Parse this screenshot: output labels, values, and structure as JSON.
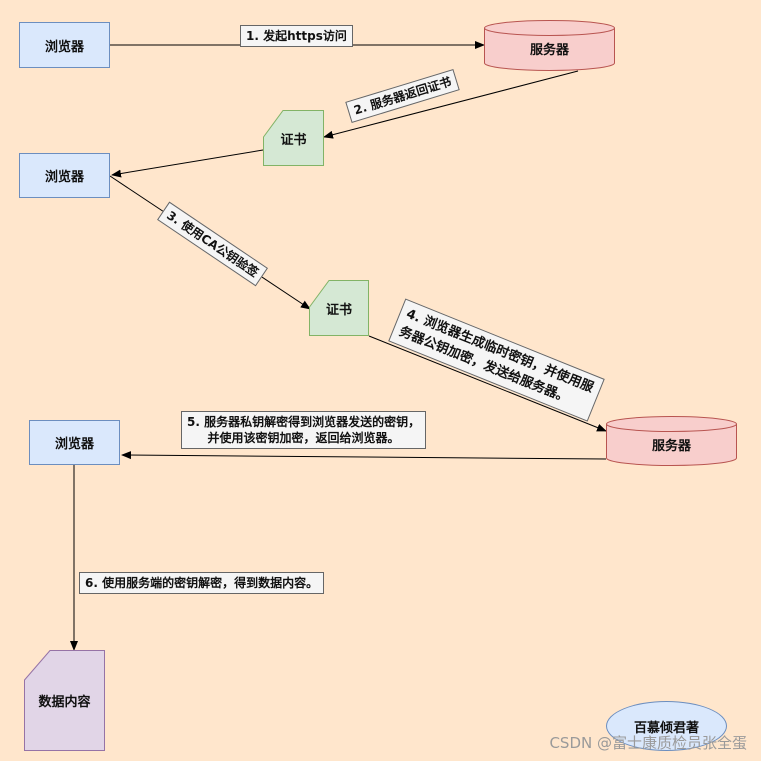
{
  "nodes": {
    "browser_1": "浏览器",
    "browser_2": "浏览器",
    "browser_3": "浏览器",
    "server_1": "服务器",
    "server_2": "服务器",
    "cert_1": "证书",
    "cert_2": "证书",
    "data_content": "数据内容",
    "author_badge": "百慕倾君著"
  },
  "edges": {
    "step_1": "1. 发起https访问",
    "step_2": "2. 服务器返回证书",
    "step_3": "3. 使用CA公钥验签",
    "step_4_line1": "4. 浏览器生成临时密钥，并使用服",
    "step_4_line2": "务器公钥加密，发送给服务器。",
    "step_5_line1": "5. 服务器私钥解密得到浏览器发送的密钥，",
    "step_5_line2": "并使用该密钥加密，返回给浏览器。",
    "step_6": "6. 使用服务端的密钥解密，得到数据内容。"
  },
  "watermark": "CSDN @富士康质检员张全蛋",
  "colors": {
    "background": "#ffe6cc",
    "browser_fill": "#dae8fc",
    "browser_stroke": "#6c8ebf",
    "server_fill": "#f8cecc",
    "server_stroke": "#b85450",
    "cert_fill": "#d5e8d4",
    "cert_stroke": "#82b366",
    "content_fill": "#e1d5e7",
    "content_stroke": "#9673a6",
    "label_fill": "#f5f5f5"
  }
}
